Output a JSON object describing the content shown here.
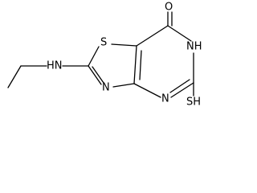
{
  "diagram": {
    "type": "chemical-structure",
    "atoms": {
      "oxygen": "O",
      "sulfur_ring": "S",
      "nh_ring": "NH",
      "nh_amino": "HN",
      "n_lower_left": "N",
      "n_lower_right": "N",
      "thiol": "SH"
    },
    "colors": {
      "ink": "#000000",
      "background": "#ffffff"
    }
  }
}
